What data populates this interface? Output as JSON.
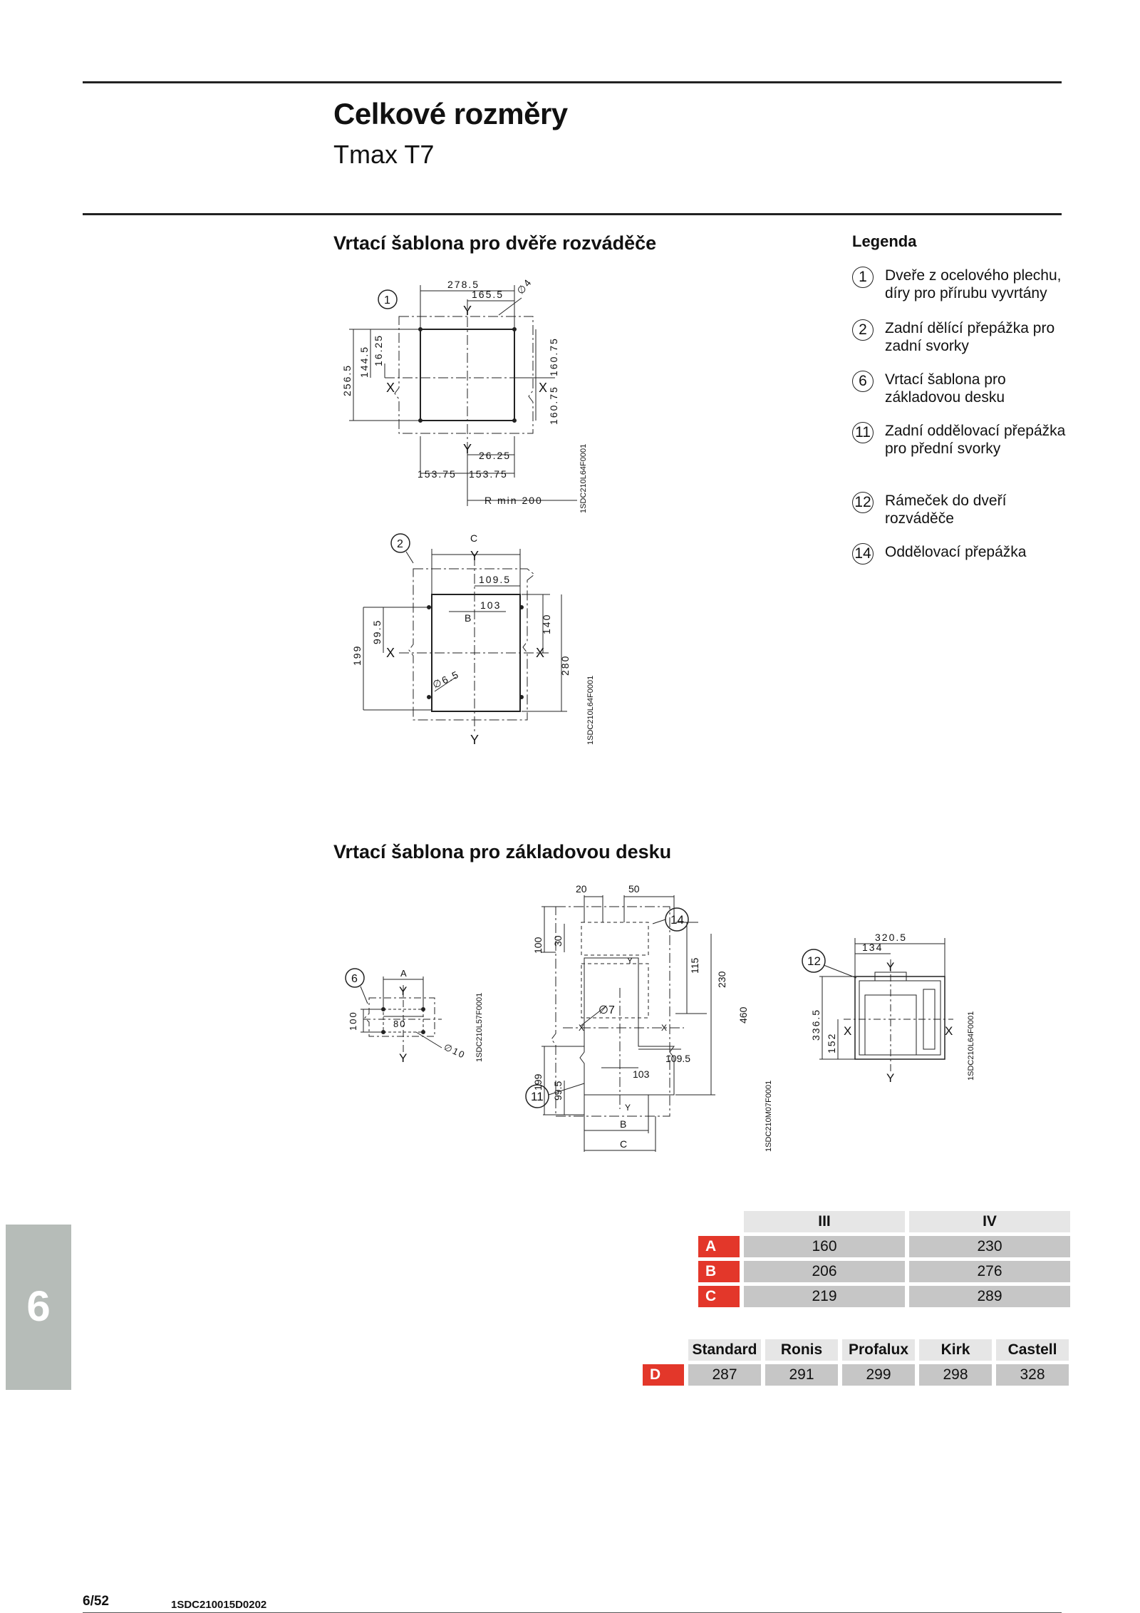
{
  "header": {
    "title": "Celkové rozměry",
    "subtitle": "Tmax T7"
  },
  "sections": {
    "door_template": "Vrtací šablona pro dvěře rozváděče",
    "base_template": "Vrtací šablona pro základovou desku"
  },
  "legend": {
    "title": "Legenda",
    "items": [
      {
        "num": "1",
        "text": "Dveře z ocelového plechu, díry pro přírubu vyvrtány"
      },
      {
        "num": "2",
        "text": "Zadní dělící přepážka pro zadní svorky"
      },
      {
        "num": "6",
        "text": "Vrtací šablona pro základovou desku"
      },
      {
        "num": "11",
        "text": "Zadní oddělovací přepážka pro přední svorky"
      },
      {
        "num": "12",
        "text": "Rámeček do dveří rozváděče"
      },
      {
        "num": "14",
        "text": "Oddělovací přepážka"
      }
    ]
  },
  "drawings": {
    "door1": {
      "code": "1SDC210L64F0001",
      "dims": [
        "278.5",
        "165.5",
        "∅4",
        "256.5",
        "144.5",
        "16.25",
        "160.75",
        "160.75",
        "26.25",
        "153.75",
        "153.75",
        "R min 200"
      ],
      "balloon": "1"
    },
    "door2": {
      "code": "1SDC210L64F0001",
      "dims": [
        "C",
        "109.5",
        "103",
        "B",
        "199",
        "99.5",
        "140",
        "280",
        "∅6.5"
      ],
      "balloon": "2"
    },
    "base1": {
      "code": "1SDC210L57F0001",
      "dims": [
        "A",
        "100",
        "80",
        "∅10"
      ],
      "balloon": "6"
    },
    "base2": {
      "code": "1SDC210M07F0001",
      "dims": [
        "20",
        "50",
        "100",
        "30",
        "115",
        "230",
        "460",
        "199",
        "99.5",
        "∅7",
        "109.5",
        "103",
        "B",
        "C"
      ],
      "balloons": [
        "14",
        "11"
      ]
    },
    "base3": {
      "code": "1SDC210L64F0001",
      "dims": [
        "320.5",
        "134",
        "336.5",
        "152"
      ],
      "balloon": "12"
    },
    "axis_labels": {
      "x": "X",
      "y": "Y"
    }
  },
  "table1": {
    "headers": [
      "III",
      "IV"
    ],
    "rows": [
      {
        "key": "A",
        "values": [
          "160",
          "230"
        ]
      },
      {
        "key": "B",
        "values": [
          "206",
          "276"
        ]
      },
      {
        "key": "C",
        "values": [
          "219",
          "289"
        ]
      }
    ]
  },
  "table2": {
    "headers": [
      "Standard",
      "Ronis",
      "Profalux",
      "Kirk",
      "Castell"
    ],
    "rows": [
      {
        "key": "D",
        "values": [
          "287",
          "291",
          "299",
          "298",
          "328"
        ]
      }
    ]
  },
  "side_tab": "6",
  "footer": {
    "page": "6/52",
    "code": "1SDC210015D0202"
  },
  "colors": {
    "key_red": "#e3372a",
    "tab_gray": "#b6bcb8",
    "cell_gray": "#c6c6c6",
    "head_gray": "#e6e6e6"
  }
}
